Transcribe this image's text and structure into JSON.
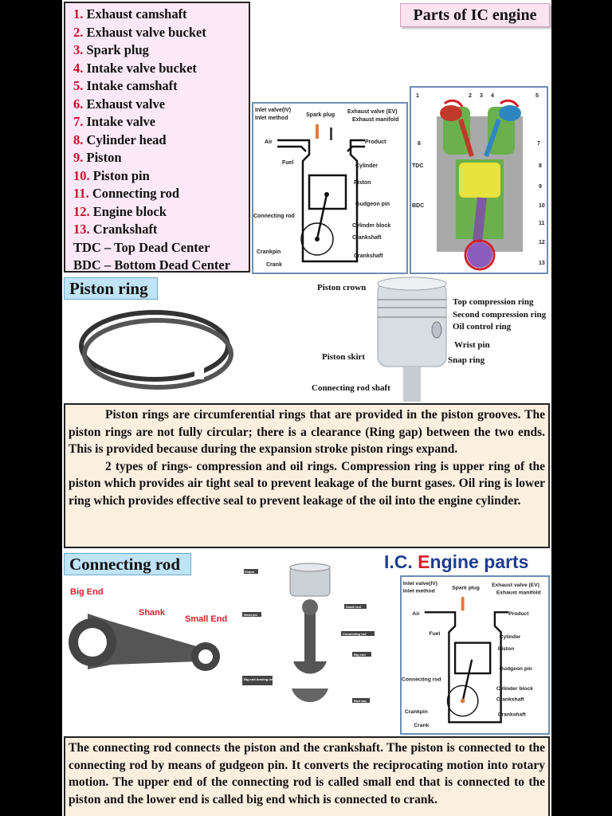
{
  "header": {
    "title": "Parts of IC engine"
  },
  "parts_list": [
    {
      "num": "1.",
      "label": "Exhaust camshaft"
    },
    {
      "num": "2.",
      "label": "Exhaust valve bucket"
    },
    {
      "num": "3.",
      "label": "Spark plug"
    },
    {
      "num": "4.",
      "label": "Intake valve bucket"
    },
    {
      "num": "5.",
      "label": "Intake camshaft"
    },
    {
      "num": "6.",
      "label": "Exhaust valve"
    },
    {
      "num": "7.",
      "label": "Intake valve"
    },
    {
      "num": "8.",
      "label": "Cylinder head"
    },
    {
      "num": "9.",
      "label": "Piston"
    },
    {
      "num": "10.",
      "label": "Piston pin"
    },
    {
      "num": "11.",
      "label": "Connecting rod"
    },
    {
      "num": "12.",
      "label": "Engine block"
    },
    {
      "num": "13.",
      "label": "Crankshaft"
    }
  ],
  "abbreviations": [
    "TDC – Top Dead Center",
    "BDC – Bottom Dead Center"
  ],
  "engine_diagram_labels": {
    "inlet_valve": "Inlet valve(IV)",
    "inlet_method": "Inlet method",
    "spark_plug": "Spark plug",
    "exhaust_valve": "Exhaust valve (EV)",
    "exhaust_manifold": "Exhaust manifold",
    "air": "Air",
    "fuel": "Fuel",
    "product": "Product",
    "cylinder": "Cylinder",
    "piston": "Piston",
    "gudgeon_pin": "Gudgeon pin",
    "connecting_rod": "Connecting rod",
    "cylinder_block": "Cylinder block",
    "crankshaft": "Crankshaft",
    "crankpin": "Crankpin",
    "crank": "Crank"
  },
  "cutaway_labels": {
    "tdc": "TDC",
    "bdc": "BDC",
    "numbers": [
      "1",
      "2",
      "3",
      "4",
      "5",
      "6",
      "7",
      "8",
      "9",
      "10",
      "11",
      "12",
      "13"
    ]
  },
  "piston_ring": {
    "heading": "Piston ring",
    "labels": {
      "crown": "Piston crown",
      "top_ring": "Top compression ring",
      "second_ring": "Second compression ring",
      "oil_ring": "Oil control ring",
      "wrist_pin": "Wrist pin",
      "skirt": "Piston skirt",
      "snap_ring": "Snap ring",
      "rod_shaft": "Connecting rod shaft"
    },
    "paragraph1": "Piston rings are circumferential rings that are provided in the piston grooves. The piston rings are not fully circular; there is a clearance (Ring gap) between the two ends. This is provided because during the expansion stroke piston rings expand.",
    "paragraph2": "2 types of rings- compression and oil rings. Compression ring is upper ring of the piston which provides air tight seal to prevent leakage of the burnt gases. Oil ring is lower ring which provides effective seal to prevent leakage of the oil into the engine cylinder."
  },
  "connecting_rod": {
    "heading": "Connecting rod",
    "big_end": "Big End",
    "shank": "Shank",
    "small_end": "Small End",
    "assembly_labels": {
      "piston": "Piston",
      "small_end": "Small end",
      "wrist_pin": "Wrist pin",
      "connecting_rod": "Connecting rod",
      "big_end": "Big end",
      "bearing_inserts": "Big end bearing inserts",
      "rod_cap": "Rod cap"
    },
    "paragraph": "The connecting rod connects the piston and the crankshaft. The piston is connected to the connecting rod by means of gudgeon pin.  It converts the reciprocating motion into rotary motion. The upper end of the connecting rod is called small end that is connected to the piston and the lower end is called big end which is connected to crank."
  },
  "ic_engine_parts": {
    "title_prefix": "I.C. ",
    "title_E": "E",
    "title_rest": "ngine parts"
  },
  "colors": {
    "heading_blue": "#bfe4f6",
    "list_bg": "#fbe9f7",
    "text_bg": "#fbefe0",
    "accent_red": "#c8102e",
    "brand_blue": "#1d3d8f"
  }
}
